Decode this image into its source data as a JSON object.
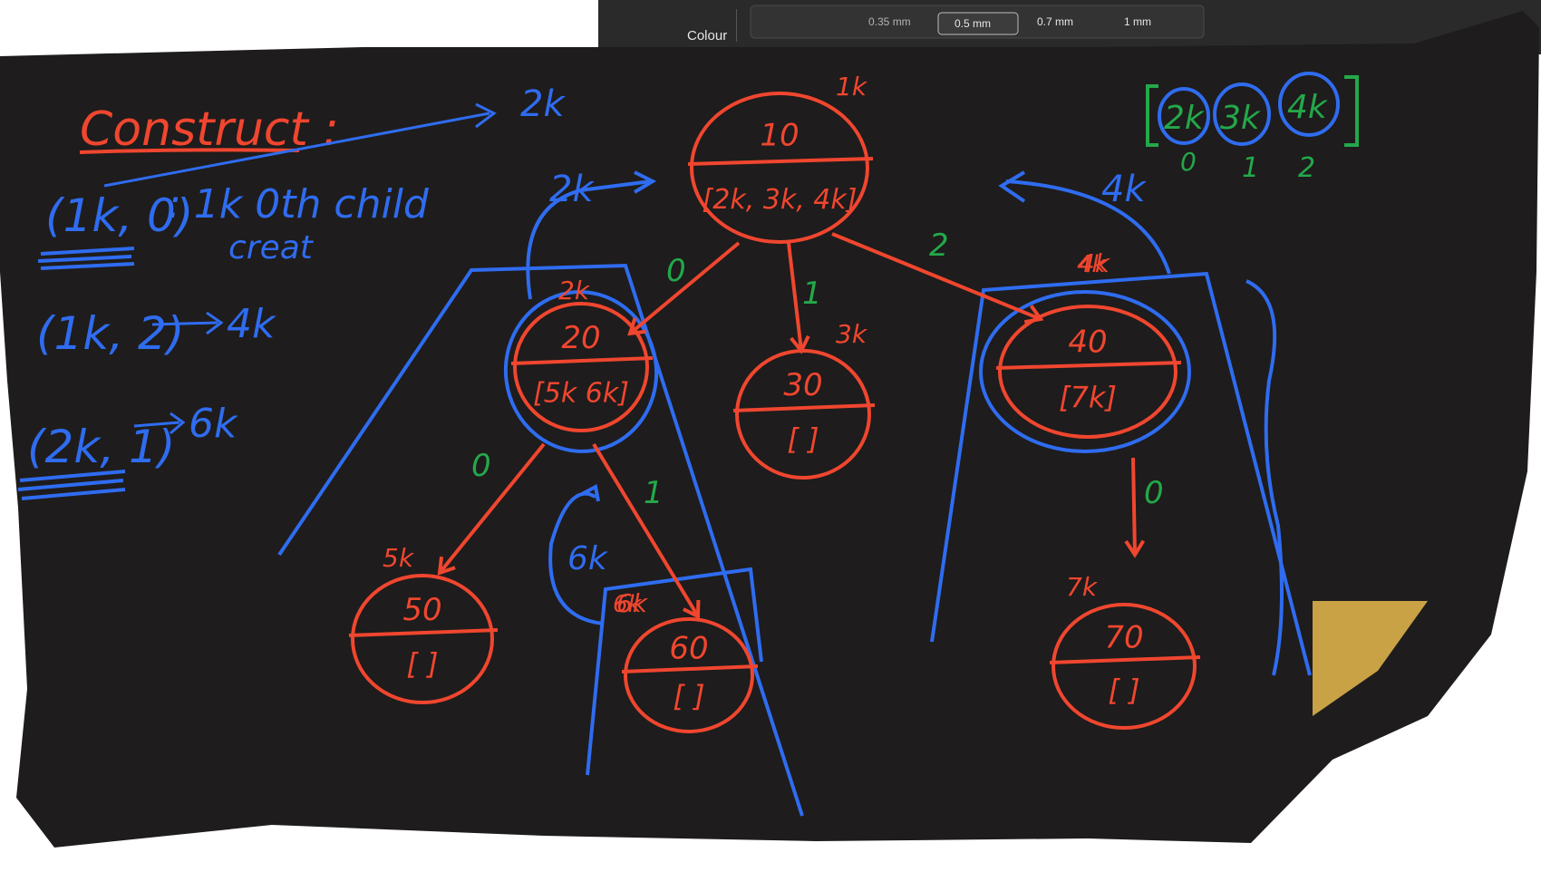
{
  "toolbar": {
    "colour_label": "Colour",
    "stroke_options": [
      "0.35 mm",
      "0.5 mm",
      "0.7 mm",
      "1 mm"
    ],
    "selected_stroke": "0.5 mm"
  },
  "colors": {
    "background": "#1e1c1c",
    "red": "#f0462f",
    "blue": "#2f6cf0",
    "green": "#23a84a",
    "note_paper": "#c9a246"
  },
  "notes": {
    "title": "Construct :",
    "arrow_2k": "2k",
    "line1_pair": "(1k, 0)",
    "line1_text": ": 1k 0th child",
    "line1_sub": "creat",
    "line2_pair": "(1k, 2)",
    "line2_result": "4k",
    "line3_pair": "(2k, 1)",
    "line3_result": "6k"
  },
  "array_note": {
    "items": [
      "2k",
      "3k",
      "4k"
    ],
    "indices": [
      "0",
      "1",
      "2"
    ]
  },
  "tree": {
    "nodes": [
      {
        "id": "10",
        "value": "10",
        "list": "[2k, 3k, 4k]",
        "addr": "1k"
      },
      {
        "id": "20",
        "value": "20",
        "list": "[5k 6k]",
        "addr": "2k"
      },
      {
        "id": "30",
        "value": "30",
        "list": "[ ]",
        "addr": "3k"
      },
      {
        "id": "40",
        "value": "40",
        "list": "[7k]",
        "addr": "4k"
      },
      {
        "id": "50",
        "value": "50",
        "list": "[ ]",
        "addr": "5k"
      },
      {
        "id": "60",
        "value": "60",
        "list": "[ ]",
        "addr": "6k"
      },
      {
        "id": "70",
        "value": "70",
        "list": "[ ]",
        "addr": "7k"
      }
    ],
    "edges": [
      {
        "from": "10",
        "to": "20",
        "label": "0"
      },
      {
        "from": "10",
        "to": "30",
        "label": "1"
      },
      {
        "from": "10",
        "to": "40",
        "label": "2"
      },
      {
        "from": "20",
        "to": "50",
        "label": "0"
      },
      {
        "from": "20",
        "to": "60",
        "label": "1"
      },
      {
        "from": "40",
        "to": "70",
        "label": "0"
      }
    ],
    "return_labels": {
      "left_return": "2k",
      "right_return": "4k",
      "loop_label": "6k",
      "right_box_addr": "4k",
      "inner_box_addr": "6k"
    }
  }
}
